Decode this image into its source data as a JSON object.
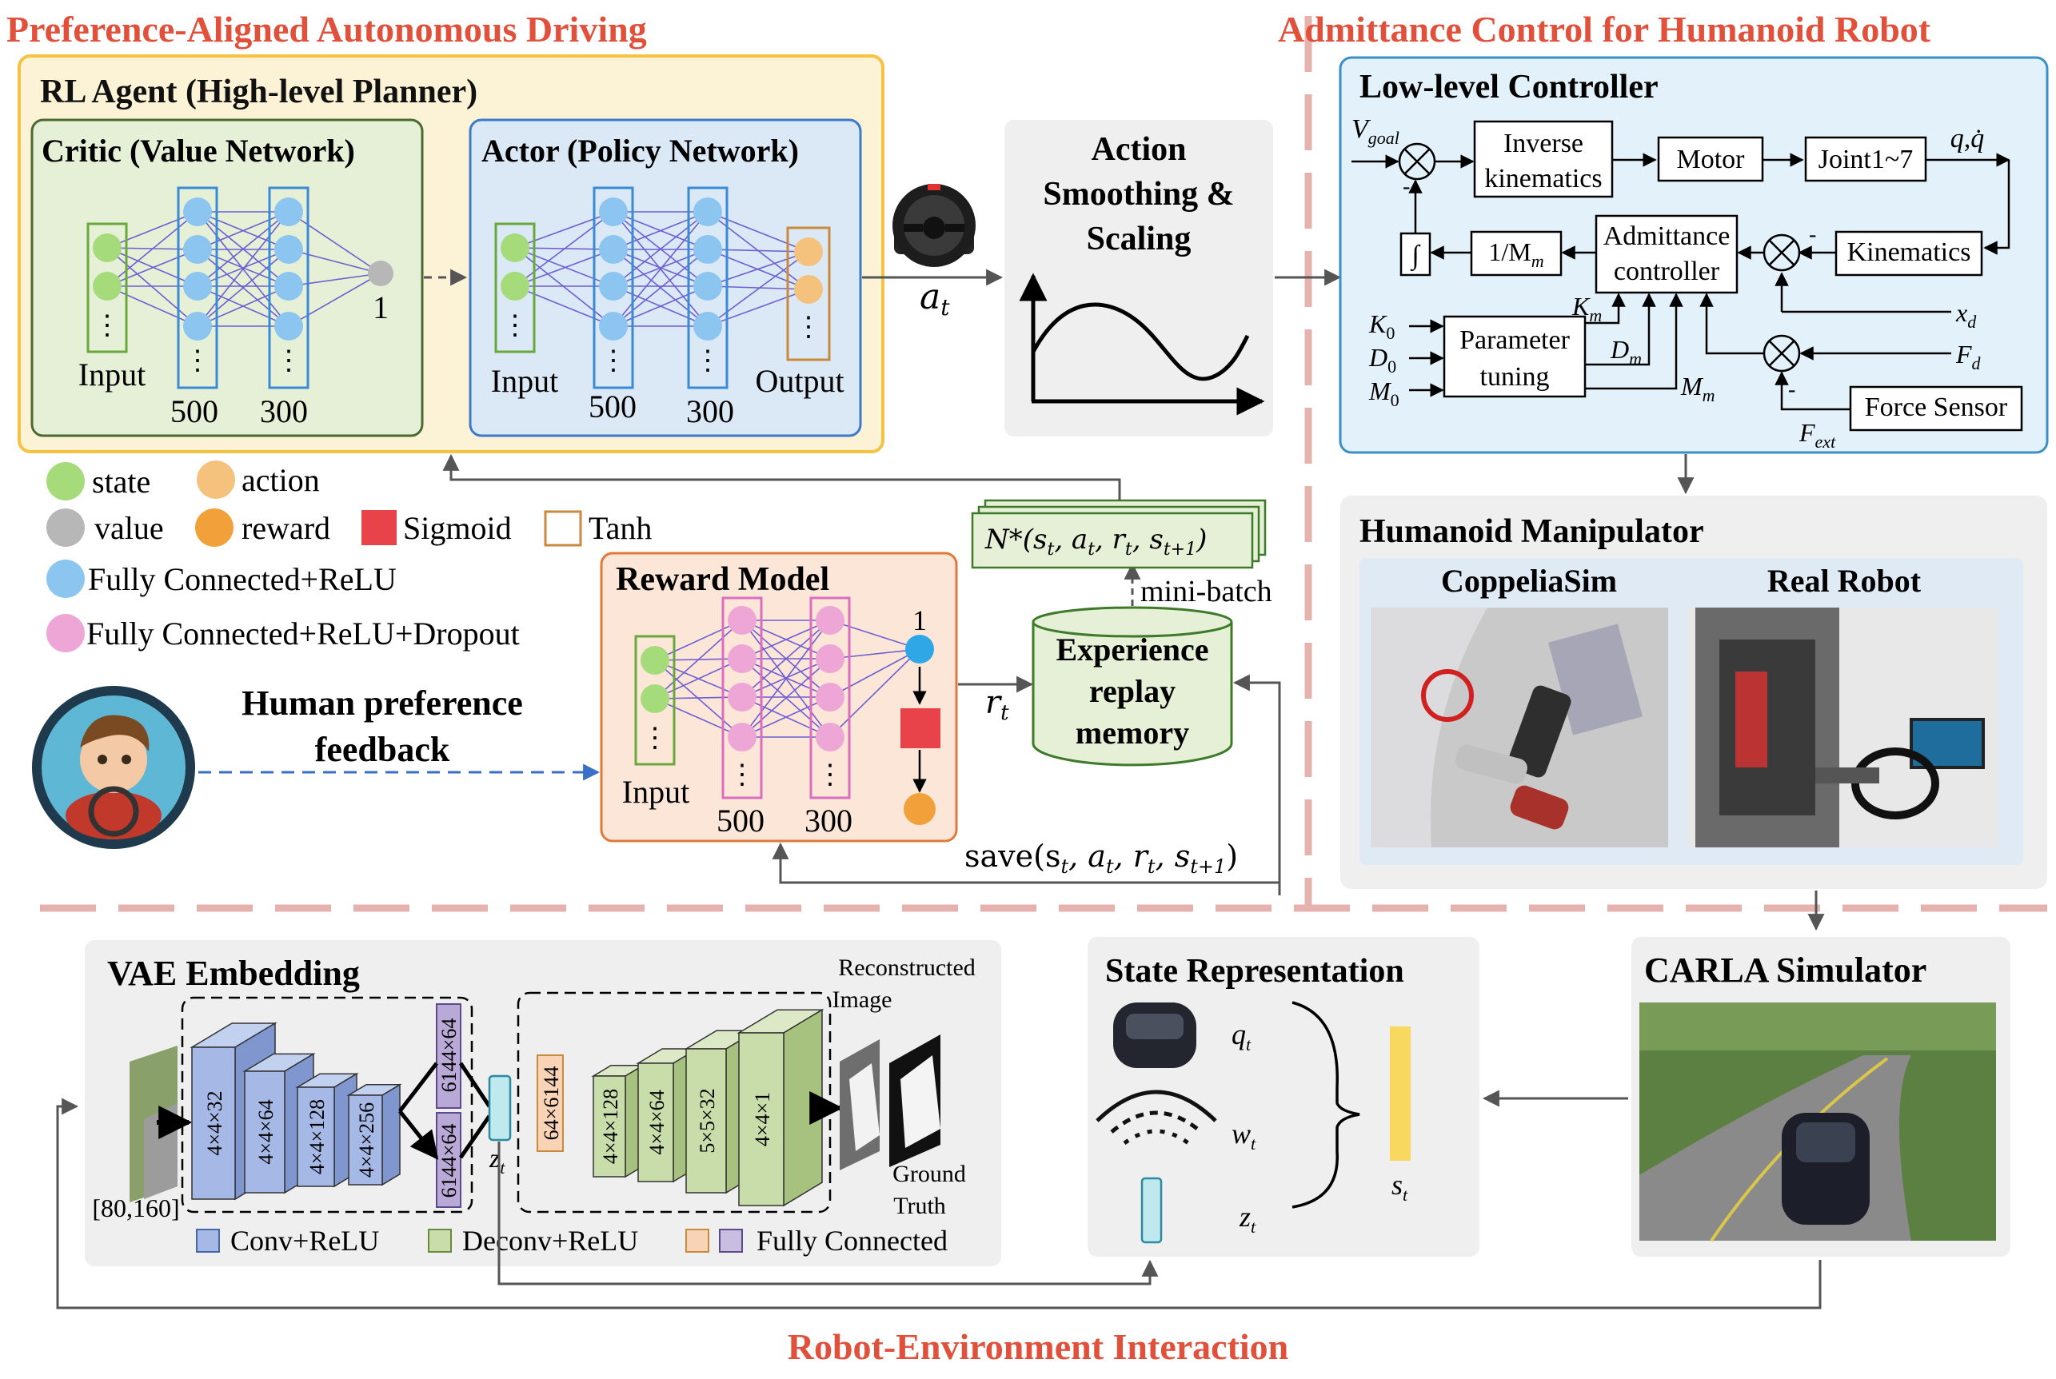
{
  "sections": {
    "top_left_title": "Preference-Aligned Autonomous Driving",
    "top_right_title": "Admittance Control for Humanoid Robot",
    "bottom_title": "Robot-Environment Interaction"
  },
  "rl_agent": {
    "title": "RL Agent (High-level Planner)",
    "critic": {
      "title": "Critic (Value Network)",
      "input": "Input",
      "h1": "500",
      "h2": "300",
      "out": "1",
      "dots": "⋮"
    },
    "actor": {
      "title": "Actor (Policy Network)",
      "input": "Input",
      "h1": "500",
      "h2": "300",
      "out": "Output",
      "dots": "⋮"
    }
  },
  "action_smoothing": {
    "line1": "Action",
    "line2": "Smoothing &",
    "line3": "Scaling"
  },
  "labels": {
    "a_t": "a",
    "a_t_sub": "t",
    "r_t": "r",
    "r_t_sub": "t",
    "mini_batch": "mini-batch",
    "save": "save(s",
    "save_rest": "t",
    "n_sample": "N*(s",
    "human_feedback_1": "Human preference",
    "human_feedback_2": "feedback"
  },
  "legend": [
    {
      "label": "state",
      "color": "#a6db7b",
      "shape": "circle"
    },
    {
      "label": "action",
      "color": "#f5c27e",
      "shape": "circle"
    },
    {
      "label": "value",
      "color": "#b7b7b7",
      "shape": "circle"
    },
    {
      "label": "reward",
      "color": "#f2a13a",
      "shape": "circle"
    },
    {
      "label": "Sigmoid",
      "color": "#e8434b",
      "shape": "square"
    },
    {
      "label": "Tanh",
      "color": "#c98a3e",
      "shape": "square-outline"
    },
    {
      "label": "Fully Connected+ReLU",
      "color": "#8cc6f0",
      "shape": "circle"
    },
    {
      "label": "Fully Connected+ReLU+Dropout",
      "color": "#eea6d6",
      "shape": "circle"
    }
  ],
  "reward_model": {
    "title": "Reward Model",
    "input": "Input",
    "h1": "500",
    "h2": "300",
    "out": "1"
  },
  "replay": {
    "line1": "Experience",
    "line2": "replay",
    "line3": "memory"
  },
  "controller": {
    "title": "Low-level Controller",
    "inverse_1": "Inverse",
    "inverse_2": "kinematics",
    "motor": "Motor",
    "joint": "Joint1~7",
    "admittance_1": "Admittance",
    "admittance_2": "controller",
    "kinematics": "Kinematics",
    "inv_m": "1/M",
    "integral": "∫",
    "param_1": "Parameter",
    "param_2": "tuning",
    "force_sensor": "Force Sensor",
    "v_goal": "V",
    "qdot": "q,q̇",
    "k0": "K",
    "d0": "D",
    "m0": "M",
    "km": "K",
    "dm": "D",
    "mm": "M",
    "xd": "x",
    "fd": "F",
    "fext": "F"
  },
  "manipulator": {
    "title": "Humanoid Manipulator",
    "sim": "CoppeliaSim",
    "real": "Real Robot"
  },
  "vae": {
    "title": "VAE Embedding",
    "enc": [
      "4×4×32",
      "4×4×64",
      "4×4×128",
      "4×4×256"
    ],
    "fc_top": "6144×64",
    "fc_bottom": "6144×64",
    "fc_in": "64×6144",
    "dec": [
      "4×4×128",
      "4×4×64",
      "5×5×32",
      "4×4×1"
    ],
    "input_size": "[80,160]",
    "recon_1": "Reconstructed",
    "recon_2": "Image",
    "gt_1": "Ground",
    "gt_2": "Truth",
    "z": "z",
    "legend": [
      "Conv+ReLU",
      "Deconv+ReLU",
      "Fully Connected"
    ]
  },
  "state_rep": {
    "title": "State Representation",
    "q": "q",
    "w": "w",
    "z": "z",
    "s": "s"
  },
  "carla": {
    "title": "CARLA Simulator"
  },
  "colors": {
    "section_title": "#e0503a",
    "divider": "#e5b3b0",
    "rl_border": "#f5c242",
    "rl_fill": "#fcf3d6",
    "critic_fill": "#e6f0d6",
    "actor_fill": "#dbe8f5",
    "reward_fill": "#fbe6d8",
    "ctrl_fill": "#e3f2fa",
    "gray_box": "#efefef"
  }
}
